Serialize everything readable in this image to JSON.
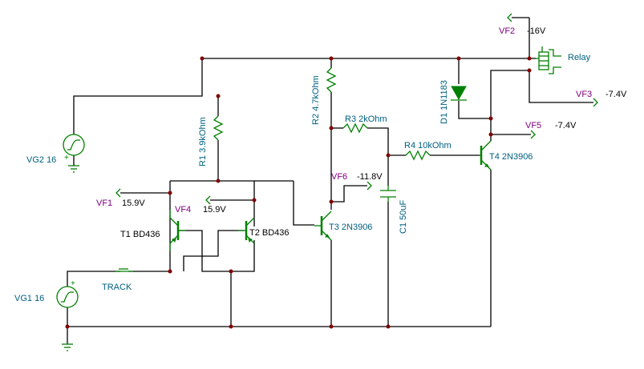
{
  "components": {
    "vg2": {
      "name": "VG2 16"
    },
    "vg1": {
      "name": "VG1 16"
    },
    "r1": {
      "name": "R1 3.9kOhm"
    },
    "r2": {
      "name": "R2 4.7kOhm"
    },
    "r3": {
      "name": "R3 2kOhm"
    },
    "r4": {
      "name": "R4 10kOhm"
    },
    "c1": {
      "name": "C1 50uF"
    },
    "d1": {
      "name": "D1 1N1183"
    },
    "t1": {
      "name": "T1 BD436"
    },
    "t2": {
      "name": "T2 BD436"
    },
    "t3": {
      "name": "T3 2N3906"
    },
    "t4": {
      "name": "T4 2N3906"
    },
    "relay": {
      "name": "Relay"
    },
    "track": {
      "name": "TRACK"
    }
  },
  "probes": {
    "vf1": {
      "name": "VF1",
      "value": "15.9V"
    },
    "vf2": {
      "name": "VF2",
      "value": "-16V"
    },
    "vf3": {
      "name": "VF3",
      "value": "-7.4V"
    },
    "vf4": {
      "name": "VF4",
      "value": "15.9V"
    },
    "vf5": {
      "name": "VF5",
      "value": "-7.4V"
    },
    "vf6": {
      "name": "VF6",
      "value": "-11.8V"
    }
  },
  "symbols": {
    "plus": "+"
  },
  "colors": {
    "wire": "#000000",
    "component": "#008000",
    "junction": "#800000",
    "label": "#006080",
    "probe": "#800080"
  }
}
